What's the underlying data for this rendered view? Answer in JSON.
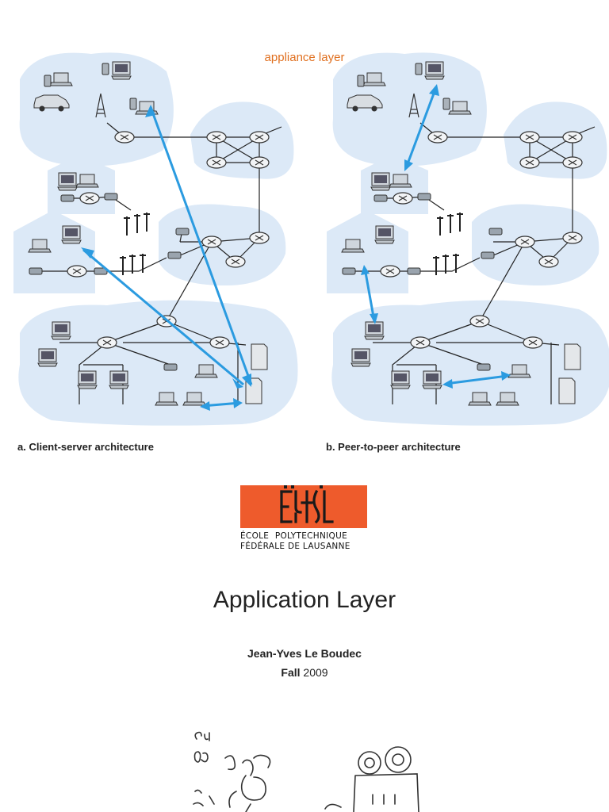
{
  "figure": {
    "label": "appliance layer",
    "caption_a": "a. Client-server architecture",
    "caption_b": "b. Peer-to-peer architecture",
    "colors": {
      "cloud": "#dce9f7",
      "arrow": "#2b9be0",
      "router_fill": "#f2f4f6",
      "label": "#e07020"
    }
  },
  "logo": {
    "line1": "ÉCOLE POLYTECHNIQUE",
    "line2": "FÉDÉRALE DE LAUSANNE",
    "color": "#ee5b2c"
  },
  "title": "Application Layer",
  "author": "Jean-Yves Le Boudec",
  "term": {
    "season": "Fall",
    "year": "2009"
  },
  "sketch_icon": "hand-drawn-cartoon-sketch"
}
